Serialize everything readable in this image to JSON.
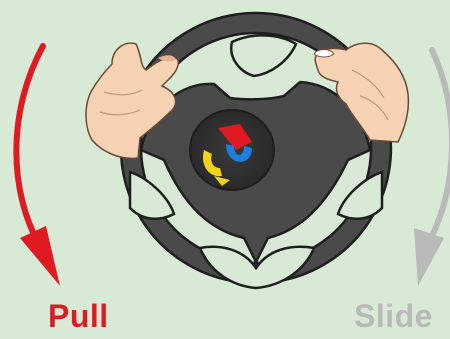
{
  "labels": {
    "pull": "Pull",
    "slide": "Slide"
  },
  "colors": {
    "background": "#d8ead5",
    "pull_color": "#e01a22",
    "slide_color": "#b9b9b9",
    "wheel": "#4a4a4a",
    "wheel_outline": "#1e1e1e",
    "skin": "#f6d3b4",
    "skin_shade": "#e2b393"
  },
  "icons": {
    "pull_arrow": "curved-arrow-down-red",
    "slide_arrow": "curved-arrow-down-grey",
    "hub_logo": "hub-logo"
  }
}
